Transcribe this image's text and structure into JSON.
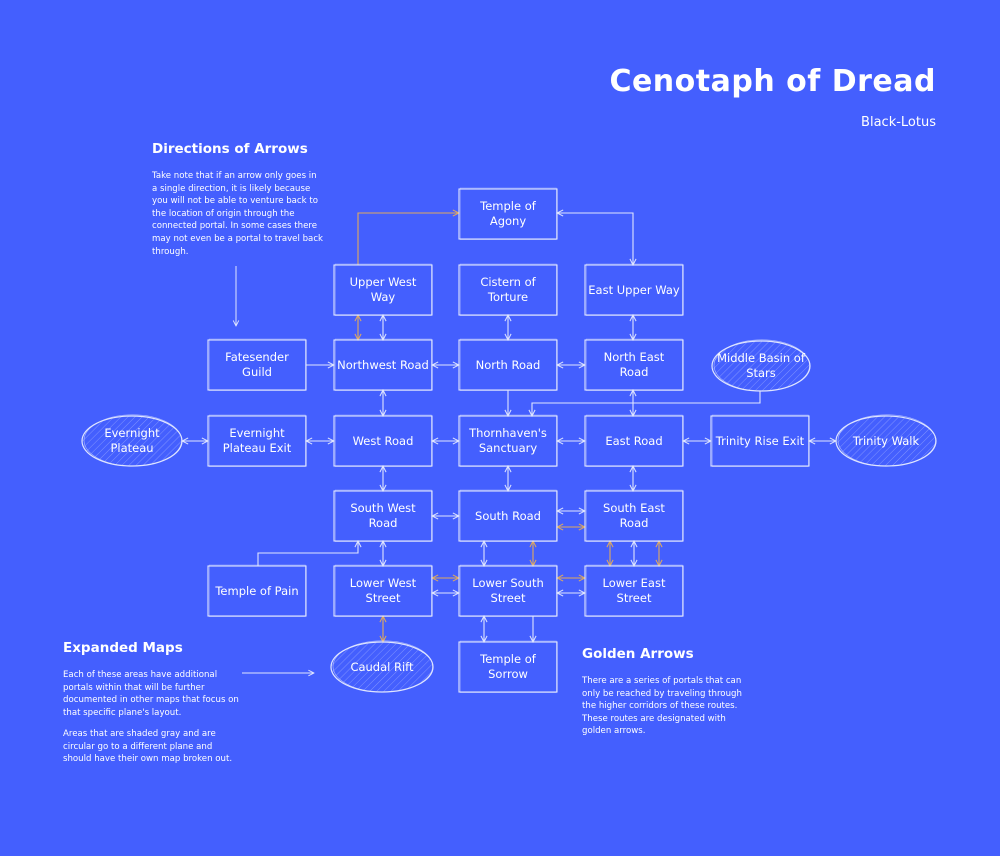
{
  "header": {
    "title": "Cenotaph of Dread",
    "author": "Black-Lotus"
  },
  "notes": [
    {
      "id": "arrows",
      "heading": "Directions of Arrows",
      "paragraphs": [
        "Take note that if an arrow only goes in a single direction, it is likely because you will not be able to venture back to the location of origin through the connected portal. In some cases there may not even be a portal to travel back through."
      ]
    },
    {
      "id": "expanded",
      "heading": "Expanded Maps",
      "paragraphs": [
        "Each of these areas have additional portals within that will be further documented in other maps that focus on that specific plane's layout.",
        "Areas that are shaded gray and are circular go to a different plane and should have their own map broken out."
      ]
    },
    {
      "id": "golden",
      "heading": "Golden Arrows",
      "paragraphs": [
        "There are a series of portals that can only be reached by traveling through the higher corridors of these routes. These routes are designated with golden arrows."
      ]
    }
  ],
  "colors": {
    "background": "#445ffe",
    "line": "#dfe5ff",
    "gold": "#e0aa5e"
  },
  "nodes": [
    {
      "id": "temple-agony",
      "label": "Temple of Agony",
      "shape": "rect"
    },
    {
      "id": "upper-west-way",
      "label": "Upper West Way",
      "shape": "rect"
    },
    {
      "id": "cistern-torture",
      "label": "Cistern of Torture",
      "shape": "rect"
    },
    {
      "id": "east-upper-way",
      "label": "East Upper Way",
      "shape": "rect"
    },
    {
      "id": "fatesender-guild",
      "label": "Fatesender Guild",
      "shape": "rect"
    },
    {
      "id": "northwest-road",
      "label": "Northwest Road",
      "shape": "rect"
    },
    {
      "id": "north-road",
      "label": "North Road",
      "shape": "rect"
    },
    {
      "id": "north-east-road",
      "label": "North East Road",
      "shape": "rect"
    },
    {
      "id": "middle-basin",
      "label": "Middle Basin of Stars",
      "shape": "ellipse"
    },
    {
      "id": "evernight-plateau",
      "label": "Evernight Plateau",
      "shape": "ellipse"
    },
    {
      "id": "evernight-exit",
      "label": "Evernight Plateau Exit",
      "shape": "rect"
    },
    {
      "id": "west-road",
      "label": "West Road",
      "shape": "rect"
    },
    {
      "id": "thornhaven",
      "label": "Thornhaven's Sanctuary",
      "shape": "rect"
    },
    {
      "id": "east-road",
      "label": "East Road",
      "shape": "rect"
    },
    {
      "id": "trinity-exit",
      "label": "Trinity Rise Exit",
      "shape": "rect"
    },
    {
      "id": "trinity-walk",
      "label": "Trinity Walk",
      "shape": "ellipse"
    },
    {
      "id": "south-west-road",
      "label": "South West Road",
      "shape": "rect"
    },
    {
      "id": "south-road",
      "label": "South Road",
      "shape": "rect"
    },
    {
      "id": "south-east-road",
      "label": "South East Road",
      "shape": "rect"
    },
    {
      "id": "temple-pain",
      "label": "Temple of Pain",
      "shape": "rect"
    },
    {
      "id": "lower-west-street",
      "label": "Lower West Street",
      "shape": "rect"
    },
    {
      "id": "lower-south-street",
      "label": "Lower South Street",
      "shape": "rect"
    },
    {
      "id": "lower-east-street",
      "label": "Lower East Street",
      "shape": "rect"
    },
    {
      "id": "caudal-rift",
      "label": "Caudal Rift",
      "shape": "ellipse"
    },
    {
      "id": "temple-sorrow",
      "label": "Temple of Sorrow",
      "shape": "rect"
    }
  ],
  "edges": [
    {
      "from": "upper-west-way",
      "to": "temple-agony",
      "bidirectional": false,
      "golden": true
    },
    {
      "from": "temple-agony",
      "to": "east-upper-way",
      "bidirectional": true,
      "golden": false
    },
    {
      "from": "upper-west-way",
      "to": "northwest-road",
      "bidirectional": true,
      "golden": true
    },
    {
      "from": "upper-west-way",
      "to": "northwest-road",
      "bidirectional": true,
      "golden": false
    },
    {
      "from": "cistern-torture",
      "to": "north-road",
      "bidirectional": true,
      "golden": false
    },
    {
      "from": "east-upper-way",
      "to": "north-east-road",
      "bidirectional": true,
      "golden": false
    },
    {
      "from": "fatesender-guild",
      "to": "northwest-road",
      "bidirectional": false,
      "golden": false
    },
    {
      "from": "northwest-road",
      "to": "north-road",
      "bidirectional": true,
      "golden": false
    },
    {
      "from": "north-road",
      "to": "north-east-road",
      "bidirectional": true,
      "golden": false
    },
    {
      "from": "middle-basin",
      "to": "thornhaven",
      "bidirectional": false,
      "golden": false
    },
    {
      "from": "northwest-road",
      "to": "west-road",
      "bidirectional": true,
      "golden": false
    },
    {
      "from": "north-road",
      "to": "thornhaven",
      "bidirectional": false,
      "golden": false
    },
    {
      "from": "north-east-road",
      "to": "east-road",
      "bidirectional": true,
      "golden": false
    },
    {
      "from": "evernight-plateau",
      "to": "evernight-exit",
      "bidirectional": true,
      "golden": false
    },
    {
      "from": "evernight-exit",
      "to": "west-road",
      "bidirectional": true,
      "golden": false
    },
    {
      "from": "west-road",
      "to": "thornhaven",
      "bidirectional": true,
      "golden": false
    },
    {
      "from": "thornhaven",
      "to": "east-road",
      "bidirectional": true,
      "golden": false
    },
    {
      "from": "east-road",
      "to": "trinity-exit",
      "bidirectional": true,
      "golden": false
    },
    {
      "from": "trinity-exit",
      "to": "trinity-walk",
      "bidirectional": true,
      "golden": false
    },
    {
      "from": "west-road",
      "to": "south-west-road",
      "bidirectional": true,
      "golden": false
    },
    {
      "from": "thornhaven",
      "to": "south-road",
      "bidirectional": true,
      "golden": false
    },
    {
      "from": "east-road",
      "to": "south-east-road",
      "bidirectional": true,
      "golden": false
    },
    {
      "from": "south-west-road",
      "to": "south-road",
      "bidirectional": true,
      "golden": false
    },
    {
      "from": "south-road",
      "to": "south-east-road",
      "bidirectional": true,
      "golden": false
    },
    {
      "from": "south-road",
      "to": "south-east-road",
      "bidirectional": true,
      "golden": true
    },
    {
      "from": "temple-pain",
      "to": "south-west-road",
      "bidirectional": false,
      "golden": false
    },
    {
      "from": "south-west-road",
      "to": "lower-west-street",
      "bidirectional": true,
      "golden": false
    },
    {
      "from": "south-road",
      "to": "lower-south-street",
      "bidirectional": true,
      "golden": false
    },
    {
      "from": "south-road",
      "to": "lower-south-street",
      "bidirectional": true,
      "golden": true
    },
    {
      "from": "south-east-road",
      "to": "lower-east-street",
      "bidirectional": true,
      "golden": true
    },
    {
      "from": "south-east-road",
      "to": "lower-east-street",
      "bidirectional": true,
      "golden": false
    },
    {
      "from": "south-east-road",
      "to": "lower-east-street",
      "bidirectional": true,
      "golden": true
    },
    {
      "from": "lower-west-street",
      "to": "lower-south-street",
      "bidirectional": true,
      "golden": true
    },
    {
      "from": "lower-west-street",
      "to": "lower-south-street",
      "bidirectional": true,
      "golden": false
    },
    {
      "from": "lower-south-street",
      "to": "lower-east-street",
      "bidirectional": true,
      "golden": true
    },
    {
      "from": "lower-south-street",
      "to": "lower-east-street",
      "bidirectional": true,
      "golden": false
    },
    {
      "from": "lower-west-street",
      "to": "caudal-rift",
      "bidirectional": true,
      "golden": true
    },
    {
      "from": "lower-south-street",
      "to": "temple-sorrow",
      "bidirectional": true,
      "golden": false
    },
    {
      "from": "lower-south-street",
      "to": "temple-sorrow",
      "bidirectional": false,
      "golden": false
    }
  ]
}
